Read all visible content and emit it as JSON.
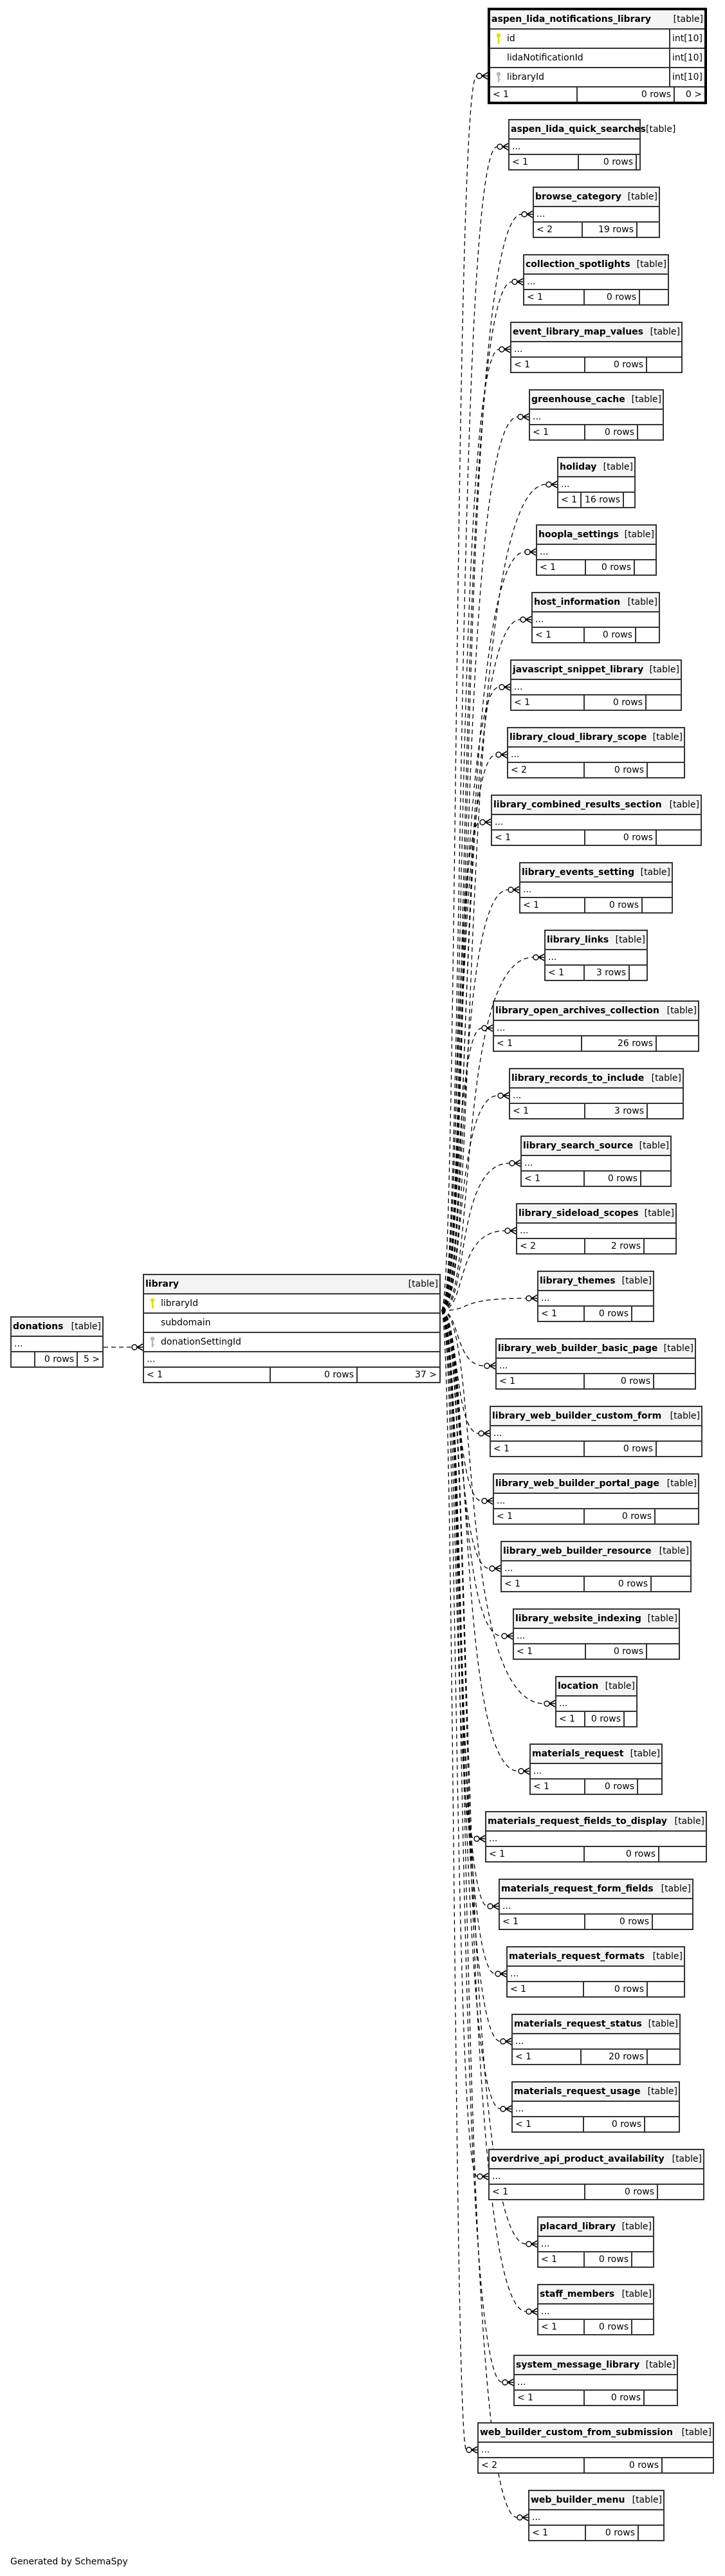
{
  "diagram": {
    "type_label": "[table]",
    "ellipsis": "...",
    "rows_suffix": " rows",
    "focus_table": {
      "name": "library",
      "columns": [
        {
          "name": "libraryId",
          "key": "primary-key"
        },
        {
          "name": "subdomain",
          "key": ""
        },
        {
          "name": "donationSettingId",
          "key": "foreign-key"
        }
      ],
      "footer": {
        "parents": "< 1",
        "rows": "0 rows",
        "children": "37 >"
      }
    },
    "parent_tables": [
      {
        "name": "donations",
        "footer": {
          "parents": "",
          "rows": "0 rows",
          "children": "5 >"
        }
      }
    ],
    "child_tables": [
      {
        "name": "aspen_lida_notifications_library",
        "columns": [
          {
            "name": "id",
            "type": "int[10]",
            "key": "primary-key"
          },
          {
            "name": "lidaNotificationId",
            "type": "int[10]",
            "key": ""
          },
          {
            "name": "libraryId",
            "type": "int[10]",
            "key": "foreign-key"
          }
        ],
        "footer": {
          "parents": "< 1",
          "rows": "0 rows",
          "children": "0 >"
        }
      },
      {
        "name": "aspen_lida_quick_searches",
        "footer": {
          "parents": "< 1",
          "rows": "0 rows",
          "children": ""
        }
      },
      {
        "name": "browse_category",
        "footer": {
          "parents": "< 2",
          "rows": "19 rows",
          "children": ""
        }
      },
      {
        "name": "collection_spotlights",
        "footer": {
          "parents": "< 1",
          "rows": "0 rows",
          "children": ""
        }
      },
      {
        "name": "event_library_map_values",
        "footer": {
          "parents": "< 1",
          "rows": "0 rows",
          "children": ""
        }
      },
      {
        "name": "greenhouse_cache",
        "footer": {
          "parents": "< 1",
          "rows": "0 rows",
          "children": ""
        }
      },
      {
        "name": "holiday",
        "footer": {
          "parents": "< 1",
          "rows": "16 rows",
          "children": ""
        }
      },
      {
        "name": "hoopla_settings",
        "footer": {
          "parents": "< 1",
          "rows": "0 rows",
          "children": ""
        }
      },
      {
        "name": "host_information",
        "footer": {
          "parents": "< 1",
          "rows": "0 rows",
          "children": ""
        }
      },
      {
        "name": "javascript_snippet_library",
        "footer": {
          "parents": "< 1",
          "rows": "0 rows",
          "children": ""
        }
      },
      {
        "name": "library_cloud_library_scope",
        "footer": {
          "parents": "< 2",
          "rows": "0 rows",
          "children": ""
        }
      },
      {
        "name": "library_combined_results_section",
        "footer": {
          "parents": "< 1",
          "rows": "0 rows",
          "children": ""
        }
      },
      {
        "name": "library_events_setting",
        "footer": {
          "parents": "< 1",
          "rows": "0 rows",
          "children": ""
        }
      },
      {
        "name": "library_links",
        "footer": {
          "parents": "< 1",
          "rows": "3 rows",
          "children": ""
        }
      },
      {
        "name": "library_open_archives_collection",
        "footer": {
          "parents": "< 1",
          "rows": "26 rows",
          "children": ""
        }
      },
      {
        "name": "library_records_to_include",
        "footer": {
          "parents": "< 1",
          "rows": "3 rows",
          "children": ""
        }
      },
      {
        "name": "library_search_source",
        "footer": {
          "parents": "< 1",
          "rows": "0 rows",
          "children": ""
        }
      },
      {
        "name": "library_sideload_scopes",
        "footer": {
          "parents": "< 2",
          "rows": "2 rows",
          "children": ""
        }
      },
      {
        "name": "library_themes",
        "footer": {
          "parents": "< 1",
          "rows": "0 rows",
          "children": ""
        }
      },
      {
        "name": "library_web_builder_basic_page",
        "footer": {
          "parents": "< 1",
          "rows": "0 rows",
          "children": ""
        }
      },
      {
        "name": "library_web_builder_custom_form",
        "footer": {
          "parents": "< 1",
          "rows": "0 rows",
          "children": ""
        }
      },
      {
        "name": "library_web_builder_portal_page",
        "footer": {
          "parents": "< 1",
          "rows": "0 rows",
          "children": ""
        }
      },
      {
        "name": "library_web_builder_resource",
        "footer": {
          "parents": "< 1",
          "rows": "0 rows",
          "children": ""
        }
      },
      {
        "name": "library_website_indexing",
        "footer": {
          "parents": "< 1",
          "rows": "0 rows",
          "children": ""
        }
      },
      {
        "name": "location",
        "footer": {
          "parents": "< 1",
          "rows": "0 rows",
          "children": ""
        }
      },
      {
        "name": "materials_request",
        "footer": {
          "parents": "< 1",
          "rows": "0 rows",
          "children": ""
        }
      },
      {
        "name": "materials_request_fields_to_display",
        "footer": {
          "parents": "< 1",
          "rows": "0 rows",
          "children": ""
        }
      },
      {
        "name": "materials_request_form_fields",
        "footer": {
          "parents": "< 1",
          "rows": "0 rows",
          "children": ""
        }
      },
      {
        "name": "materials_request_formats",
        "footer": {
          "parents": "< 1",
          "rows": "0 rows",
          "children": ""
        }
      },
      {
        "name": "materials_request_status",
        "footer": {
          "parents": "< 1",
          "rows": "20 rows",
          "children": ""
        }
      },
      {
        "name": "materials_request_usage",
        "footer": {
          "parents": "< 1",
          "rows": "0 rows",
          "children": ""
        }
      },
      {
        "name": "overdrive_api_product_availability",
        "footer": {
          "parents": "< 1",
          "rows": "0 rows",
          "children": ""
        }
      },
      {
        "name": "placard_library",
        "footer": {
          "parents": "< 1",
          "rows": "0 rows",
          "children": ""
        }
      },
      {
        "name": "staff_members",
        "footer": {
          "parents": "< 1",
          "rows": "0 rows",
          "children": ""
        }
      },
      {
        "name": "system_message_library",
        "footer": {
          "parents": "< 1",
          "rows": "0 rows",
          "children": ""
        }
      },
      {
        "name": "web_builder_custom_from_submission",
        "footer": {
          "parents": "< 2",
          "rows": "0 rows",
          "children": ""
        }
      },
      {
        "name": "web_builder_menu",
        "footer": {
          "parents": "< 1",
          "rows": "0 rows",
          "children": ""
        }
      }
    ],
    "colors": {
      "primary_key": "#e0e000",
      "foreign_key": "#b8b8b8",
      "header_bg": "#f4f4f4",
      "border": "#333333"
    }
  },
  "footer_note": "Generated by SchemaSpy"
}
